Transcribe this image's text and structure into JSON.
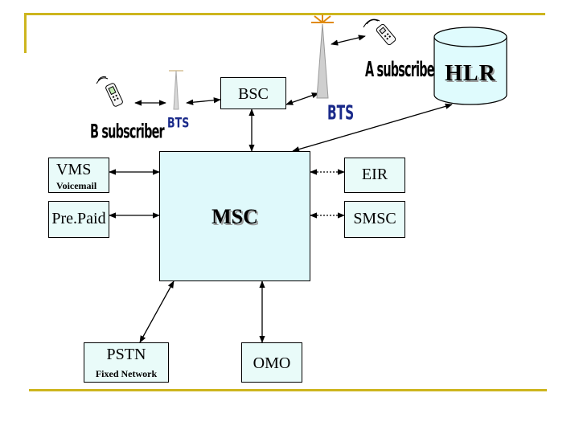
{
  "nodes": {
    "bsc": "BSC",
    "msc": "MSC",
    "hlr": "HLR",
    "vms": "VMS",
    "vms_sub": "Voicemail",
    "eir": "EIR",
    "prepaid": "Pre.Paid",
    "smsc": "SMSC",
    "pstn": "PSTN",
    "pstn_sub": "Fixed Network",
    "omo": "OMO"
  },
  "handwritten": {
    "b_subscriber": "B subscriber",
    "a_subscriber": "A subscriber",
    "bts_left": "BTS",
    "bts_right": "BTS"
  },
  "colors": {
    "frame": "#cdb51e",
    "box_fill": "#e9fbf9",
    "msc_fill": "#dff9fb",
    "hlr_fill": "#dffbfd"
  },
  "icons": [
    "mobile-phone-icon",
    "bts-tower-icon",
    "database-cylinder-icon"
  ]
}
